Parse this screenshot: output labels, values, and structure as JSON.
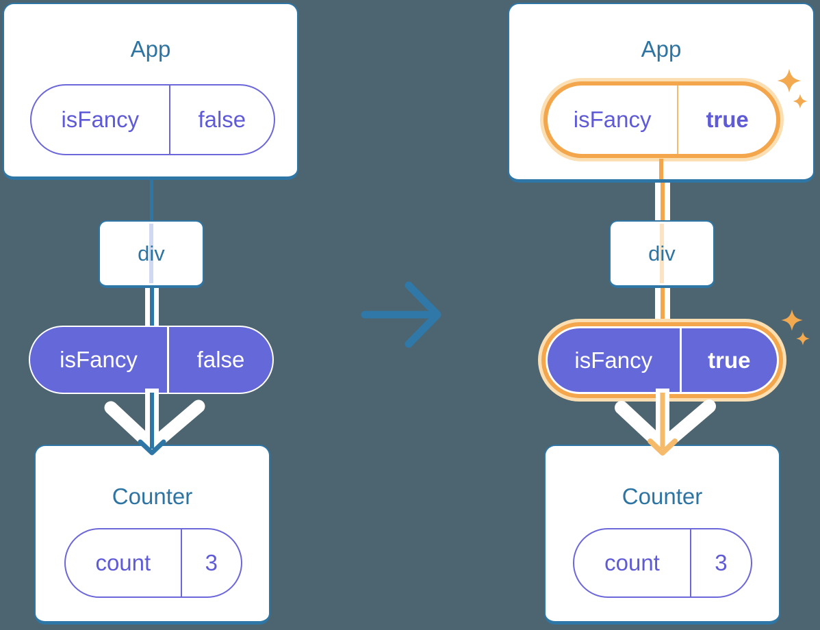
{
  "diagram_left": {
    "app_card": {
      "title": "App",
      "state_pill": {
        "name": "isFancy",
        "value": "false"
      }
    },
    "div_node": {
      "label": "div"
    },
    "prop_pill": {
      "name": "isFancy",
      "value": "false"
    },
    "counter_card": {
      "title": "Counter",
      "state_pill": {
        "name": "count",
        "value": "3"
      }
    }
  },
  "diagram_right": {
    "app_card": {
      "title": "App",
      "state_pill": {
        "name": "isFancy",
        "value": "true"
      }
    },
    "div_node": {
      "label": "div"
    },
    "prop_pill": {
      "name": "isFancy",
      "value": "true"
    },
    "counter_card": {
      "title": "Counter",
      "state_pill": {
        "name": "count",
        "value": "3"
      }
    }
  },
  "icons": {
    "transition_arrow": "right-arrow",
    "sparkles_app": "sparkle-stars",
    "sparkles_prop": "sparkle-stars",
    "flow_arrow_left": "down-arrow-chevron",
    "flow_arrow_right": "down-arrow-chevron"
  },
  "colors": {
    "background": "#4D6570",
    "card_border": "#2E76A6",
    "title_text": "#2E74A3",
    "purple_outline": "#6B66DA",
    "purple_text": "#5F5BD7",
    "purple_fill": "#6568D9",
    "orange_solid": "#F3A64C",
    "orange_pale": "#FBDFB2",
    "orange_light": "#F6BA6B",
    "ghost_lavender": "#CFD9F2",
    "ghost_orange": "#FBE4C3",
    "white": "#FFFFFF"
  }
}
